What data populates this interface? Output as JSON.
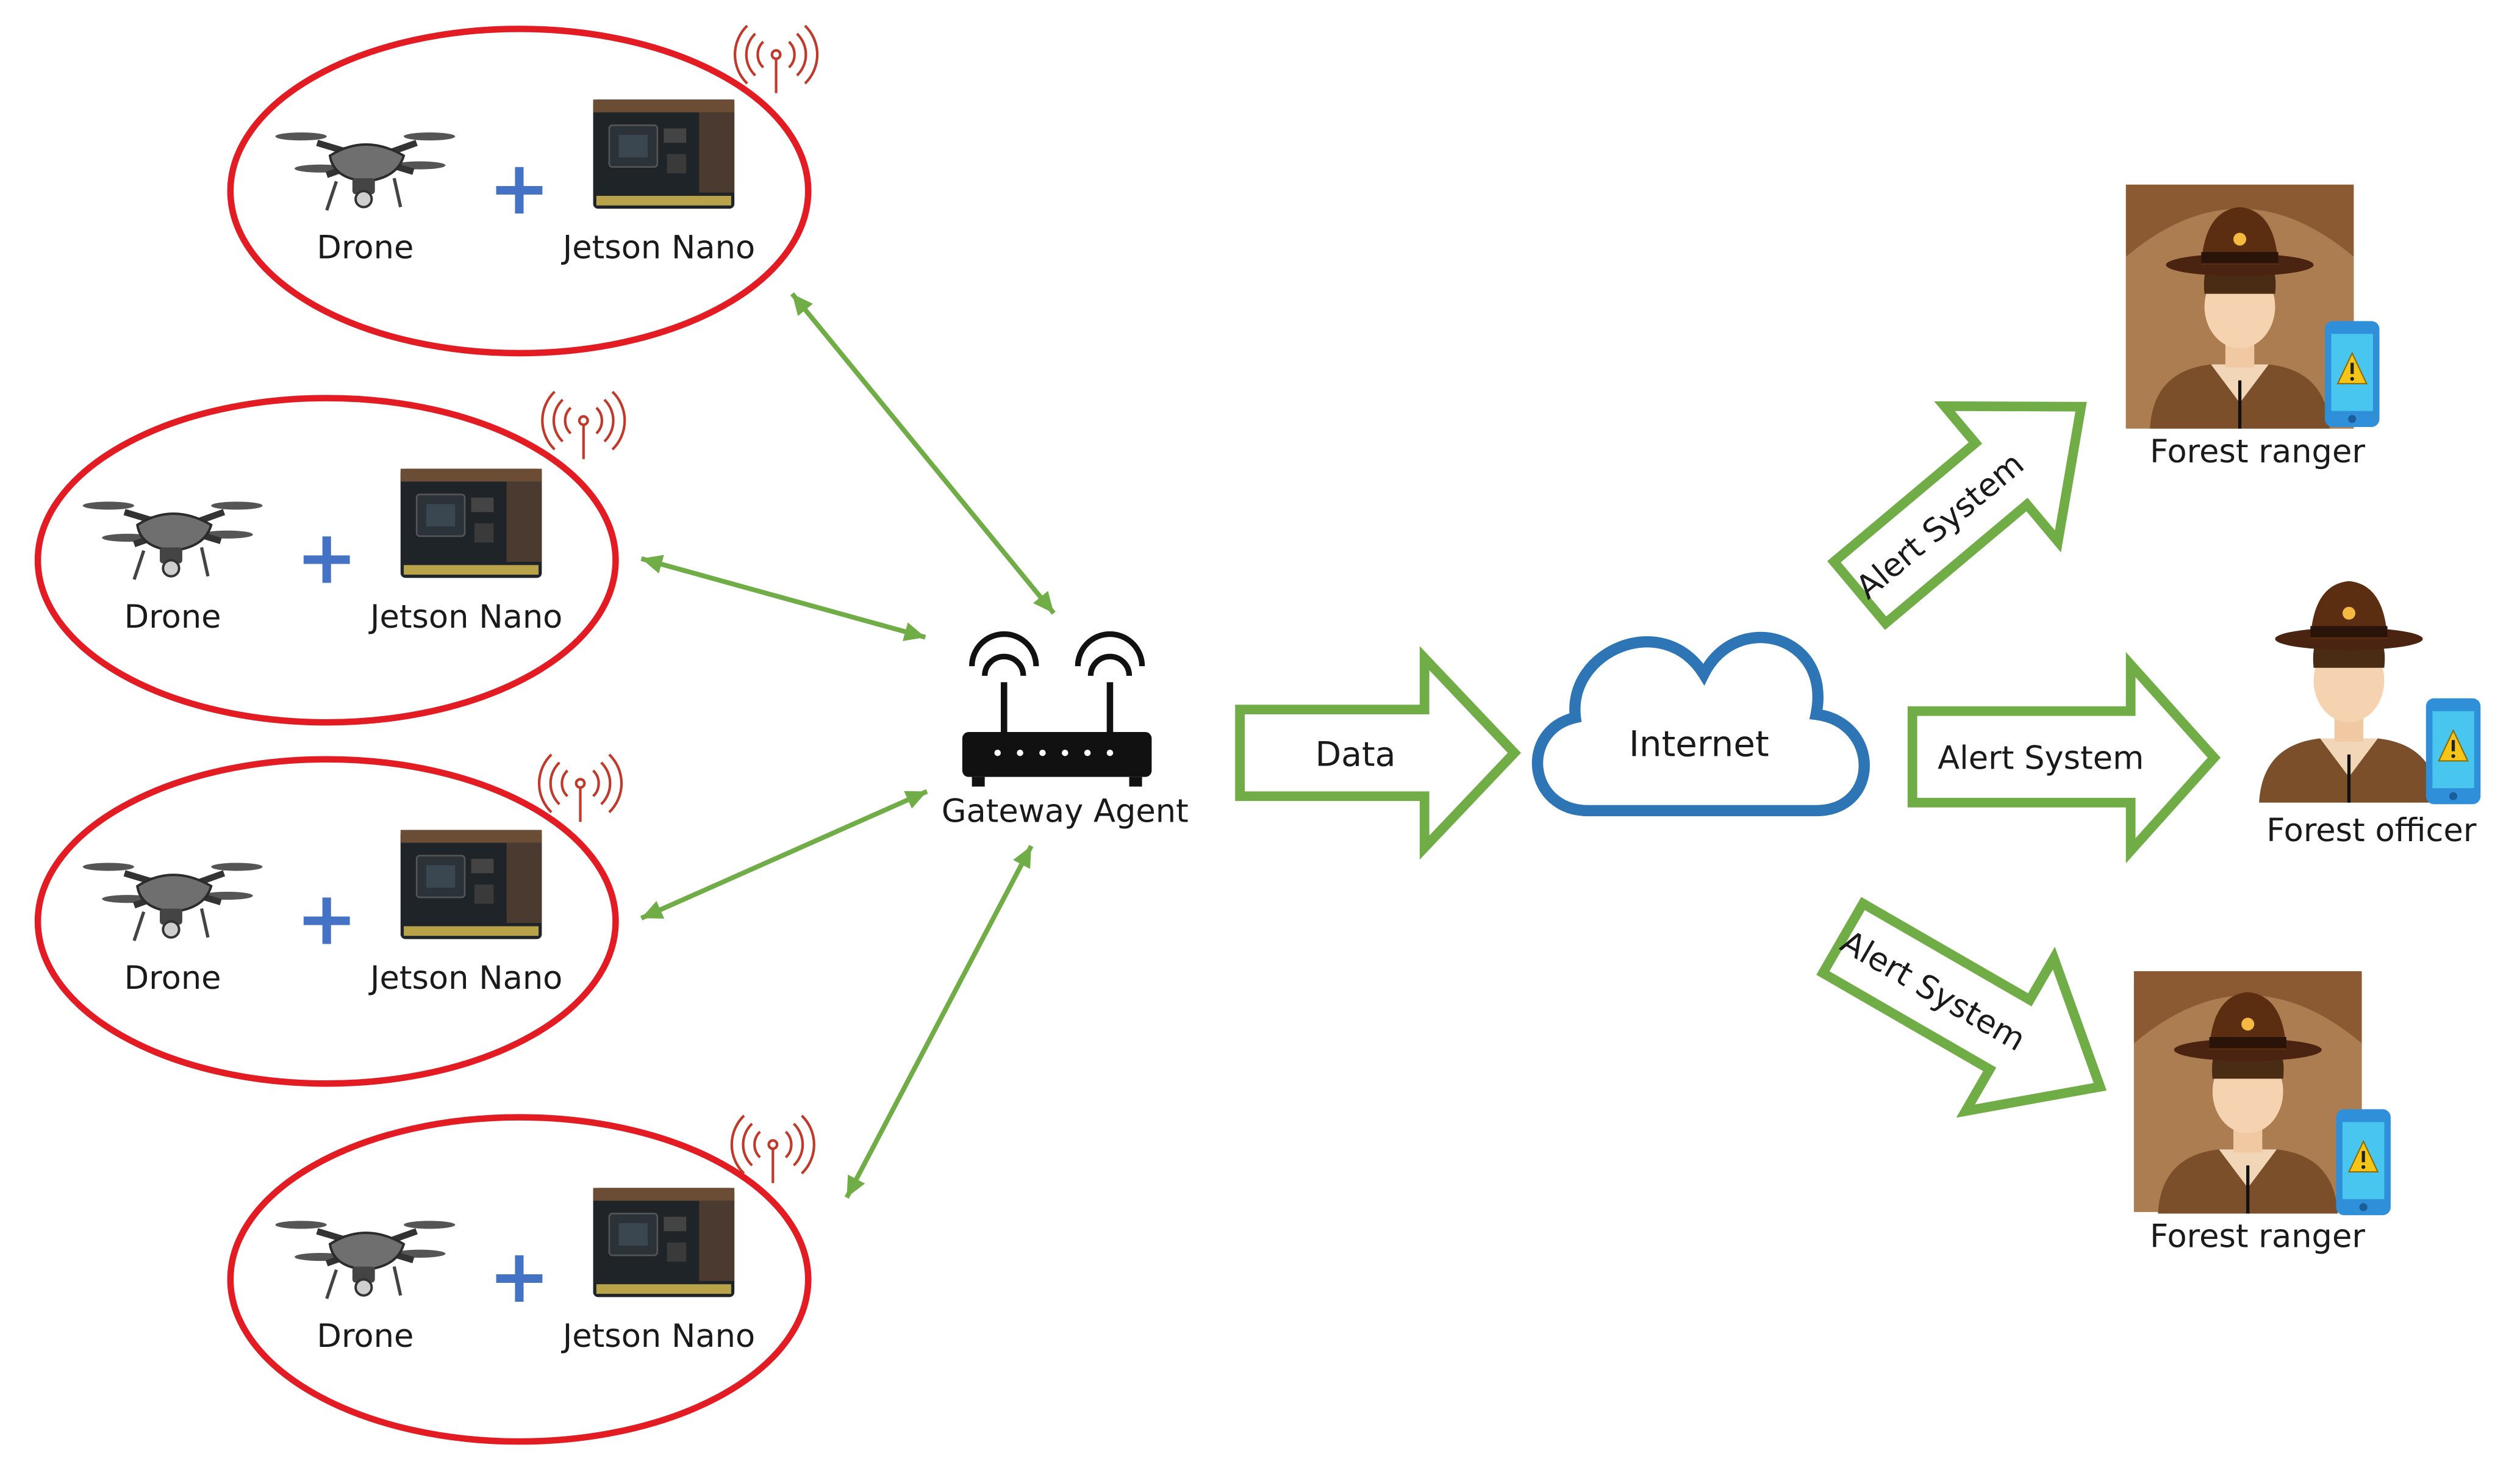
{
  "nodes": {
    "units": [
      {
        "drone_label": "Drone",
        "board_label": "Jetson Nano"
      },
      {
        "drone_label": "Drone",
        "board_label": "Jetson Nano"
      },
      {
        "drone_label": "Drone",
        "board_label": "Jetson Nano"
      },
      {
        "drone_label": "Drone",
        "board_label": "Jetson Nano"
      }
    ],
    "plus_symbol": "+",
    "gateway_label": "Gateway Agent",
    "data_label": "Data",
    "internet_label": "Internet",
    "alert_labels": [
      "Alert System",
      "Alert System",
      "Alert System"
    ],
    "recipients": [
      "Forest ranger",
      "Forest officer",
      "Forest ranger"
    ]
  },
  "colors": {
    "ellipse_stroke": "#e31b23",
    "link_arrow": "#70ad47",
    "cloud_stroke": "#2e75b6",
    "plus": "#4472c4",
    "signal": "#c0392b"
  }
}
